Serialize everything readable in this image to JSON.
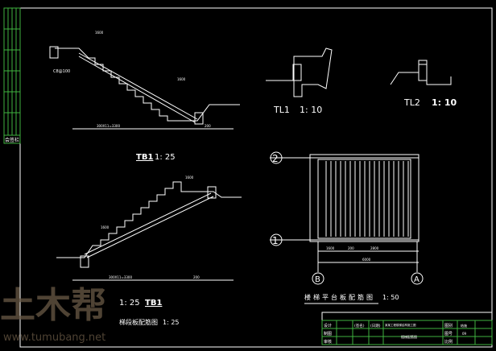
{
  "sidebar": {
    "label": "会签栏"
  },
  "tb1_upper": {
    "title": "TB1",
    "scale": "1: 25",
    "dim_main": "300X11=3300",
    "dim_end": "200",
    "dim_top": "1600",
    "dim_mid": "1600",
    "rebar": "C8@100"
  },
  "tb1_lower": {
    "title": "TB1",
    "scale": "1: 25",
    "caption": "梯段板配筋图",
    "caption_scale": "1: 25",
    "dim_main": "300X11=3300",
    "dim_end": "200",
    "dim_top": "1600",
    "dim_mid": "1600"
  },
  "tl1": {
    "title": "TL1",
    "scale": "1: 10"
  },
  "tl2": {
    "title": "TL2",
    "scale": "1: 10"
  },
  "plan": {
    "caption": "楼梯平台板配筋图",
    "scale": "1: 50",
    "axis_top": "2",
    "axis_bottom": "1",
    "axis_left": "B",
    "axis_right": "A",
    "dim_total": "6000",
    "dim_a": "1600",
    "dim_b": "2800",
    "dim_c": "200"
  },
  "title_block": {
    "design": "设计",
    "drawn": "制图",
    "review": "审核",
    "sign": "(签名)",
    "date": "(日期)",
    "project": "某某工程楼梯结构施工图",
    "drawing_name": "楼梯配筋图",
    "category_label": "图别",
    "category": "结施",
    "number_label": "图号",
    "number": "09",
    "scale_label": "比例"
  },
  "watermark": {
    "logo": "土木帮",
    "url": "www.tumubang.net"
  }
}
